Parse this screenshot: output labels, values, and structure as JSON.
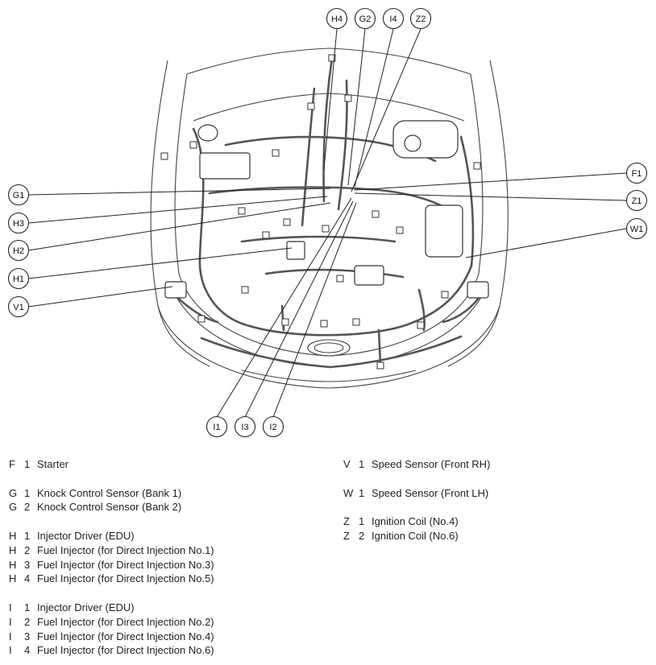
{
  "callouts": {
    "H4": "H4",
    "G2": "G2",
    "I4": "I4",
    "Z2": "Z2",
    "F1": "F1",
    "Z1": "Z1",
    "W1": "W1",
    "G1": "G1",
    "H3": "H3",
    "H2": "H2",
    "H1": "H1",
    "V1": "V1",
    "I1": "I1",
    "I3": "I3",
    "I2": "I2"
  },
  "legend_left": [
    {
      "letter": "F",
      "num": "1",
      "text": "Starter"
    },
    null,
    {
      "letter": "G",
      "num": "1",
      "text": "Knock Control Sensor (Bank 1)"
    },
    {
      "letter": "G",
      "num": "2",
      "text": "Knock Control Sensor (Bank 2)"
    },
    null,
    {
      "letter": "H",
      "num": "1",
      "text": "Injector Driver (EDU)"
    },
    {
      "letter": "H",
      "num": "2",
      "text": "Fuel Injector (for Direct Injection No.1)"
    },
    {
      "letter": "H",
      "num": "3",
      "text": "Fuel Injector (for Direct Injection No.3)"
    },
    {
      "letter": "H",
      "num": "4",
      "text": "Fuel Injector (for Direct Injection No.5)"
    },
    null,
    {
      "letter": "I",
      "num": "1",
      "text": "Injector Driver (EDU)"
    },
    {
      "letter": "I",
      "num": "2",
      "text": "Fuel Injector (for Direct Injection No.2)"
    },
    {
      "letter": "I",
      "num": "3",
      "text": "Fuel Injector (for Direct Injection No.4)"
    },
    {
      "letter": "I",
      "num": "4",
      "text": "Fuel Injector (for Direct Injection No.6)"
    }
  ],
  "legend_right": [
    {
      "letter": "V",
      "num": "1",
      "text": "Speed Sensor (Front RH)"
    },
    null,
    {
      "letter": "W",
      "num": "1",
      "text": "Speed Sensor (Front LH)"
    },
    null,
    {
      "letter": "Z",
      "num": "1",
      "text": "Ignition Coil (No.4)"
    },
    {
      "letter": "Z",
      "num": "2",
      "text": "Ignition Coil (No.6)"
    }
  ]
}
